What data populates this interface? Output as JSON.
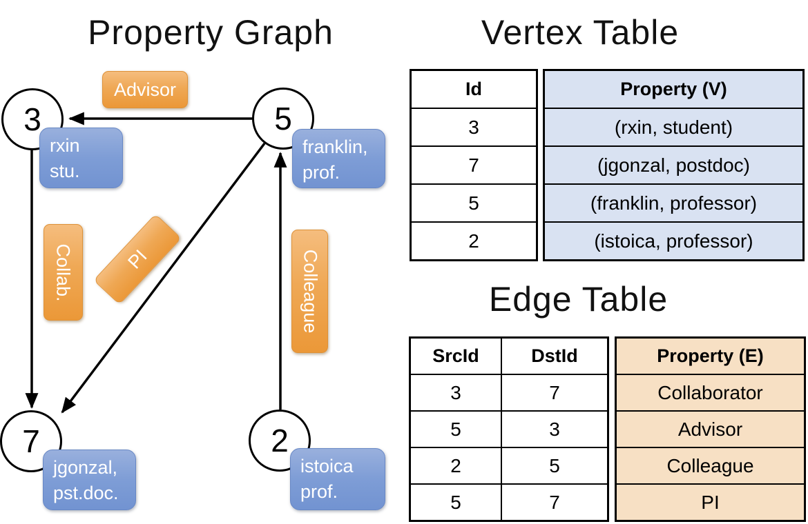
{
  "left_panel": {
    "title": "Property Graph",
    "nodes": [
      {
        "id": "3",
        "prop_line1": "rxin",
        "prop_line2": "stu."
      },
      {
        "id": "5",
        "prop_line1": "franklin,",
        "prop_line2": "prof."
      },
      {
        "id": "7",
        "prop_line1": "jgonzal,",
        "prop_line2": "pst.doc."
      },
      {
        "id": "2",
        "prop_line1": "istoica",
        "prop_line2": "prof."
      }
    ],
    "edge_labels": {
      "advisor": "Advisor",
      "collab": "Collab.",
      "pi": "PI",
      "colleague": "Colleague"
    }
  },
  "vertex_table": {
    "title": "Vertex Table",
    "headers": {
      "id": "Id",
      "property": "Property (V)"
    },
    "rows": [
      {
        "id": "3",
        "property": "(rxin, student)"
      },
      {
        "id": "7",
        "property": "(jgonzal, postdoc)"
      },
      {
        "id": "5",
        "property": "(franklin, professor)"
      },
      {
        "id": "2",
        "property": "(istoica, professor)"
      }
    ]
  },
  "edge_table": {
    "title": "Edge Table",
    "headers": {
      "src": "SrcId",
      "dst": "DstId",
      "property": "Property (E)"
    },
    "rows": [
      {
        "src": "3",
        "dst": "7",
        "property": "Collaborator"
      },
      {
        "src": "5",
        "dst": "3",
        "property": "Advisor"
      },
      {
        "src": "2",
        "dst": "5",
        "property": "Colleague"
      },
      {
        "src": "5",
        "dst": "7",
        "property": "PI"
      }
    ]
  },
  "colors": {
    "edge_label_orange": "#EB9838",
    "vertex_label_blue": "#7E9DD6",
    "vertex_property_bg": "#D9E2F2",
    "edge_property_bg": "#F7E0C4",
    "line_black": "#000000"
  }
}
